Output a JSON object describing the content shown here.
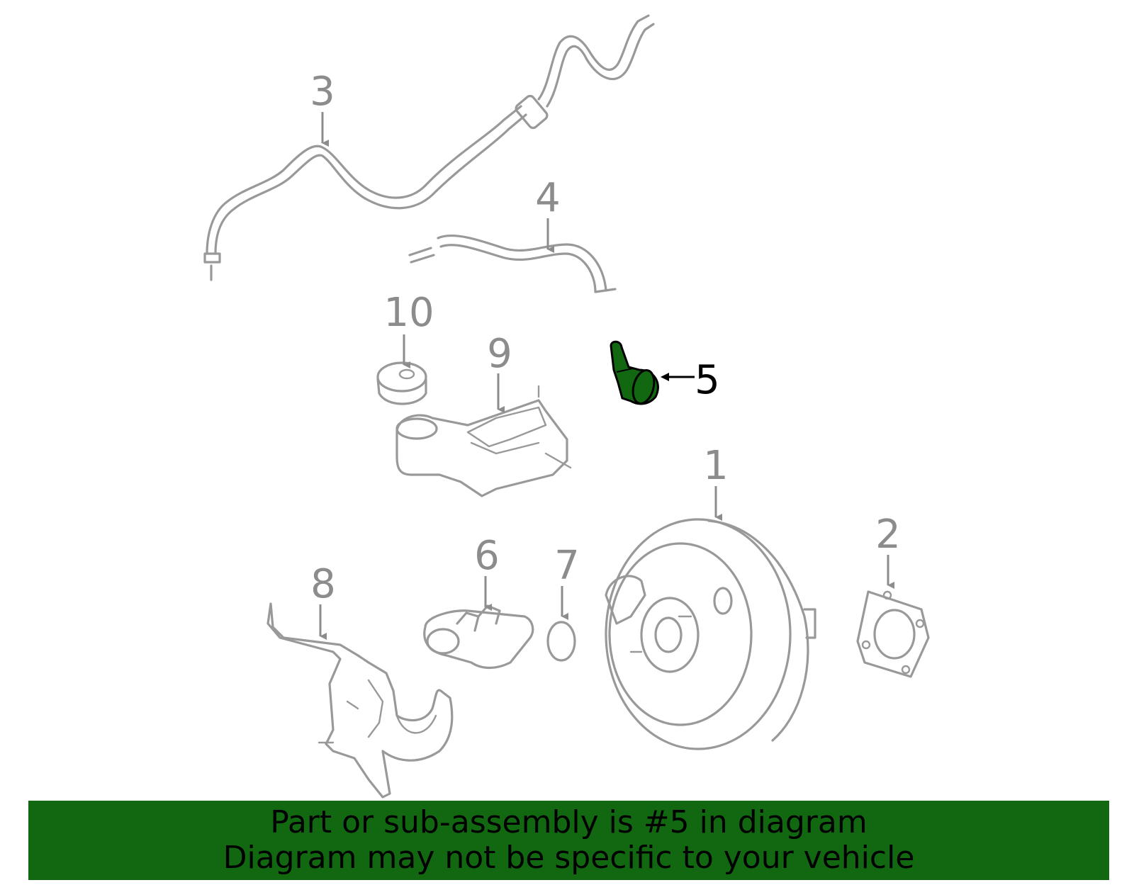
{
  "colors": {
    "highlight": "#116811",
    "outline": "#999999",
    "callout": "#8c8c8c",
    "banner_bg": "#116811",
    "banner_text": "#000000"
  },
  "callouts": [
    {
      "id": "1",
      "label": "1",
      "highlighted": false
    },
    {
      "id": "2",
      "label": "2",
      "highlighted": false
    },
    {
      "id": "3",
      "label": "3",
      "highlighted": false
    },
    {
      "id": "4",
      "label": "4",
      "highlighted": false
    },
    {
      "id": "5",
      "label": "5",
      "highlighted": true
    },
    {
      "id": "6",
      "label": "6",
      "highlighted": false
    },
    {
      "id": "7",
      "label": "7",
      "highlighted": false
    },
    {
      "id": "8",
      "label": "8",
      "highlighted": false
    },
    {
      "id": "9",
      "label": "9",
      "highlighted": false
    },
    {
      "id": "10",
      "label": "10",
      "highlighted": false
    }
  ],
  "banner": {
    "line1": "Part or sub-assembly is #5 in diagram",
    "line2": "Diagram may not be specific to your vehicle"
  }
}
